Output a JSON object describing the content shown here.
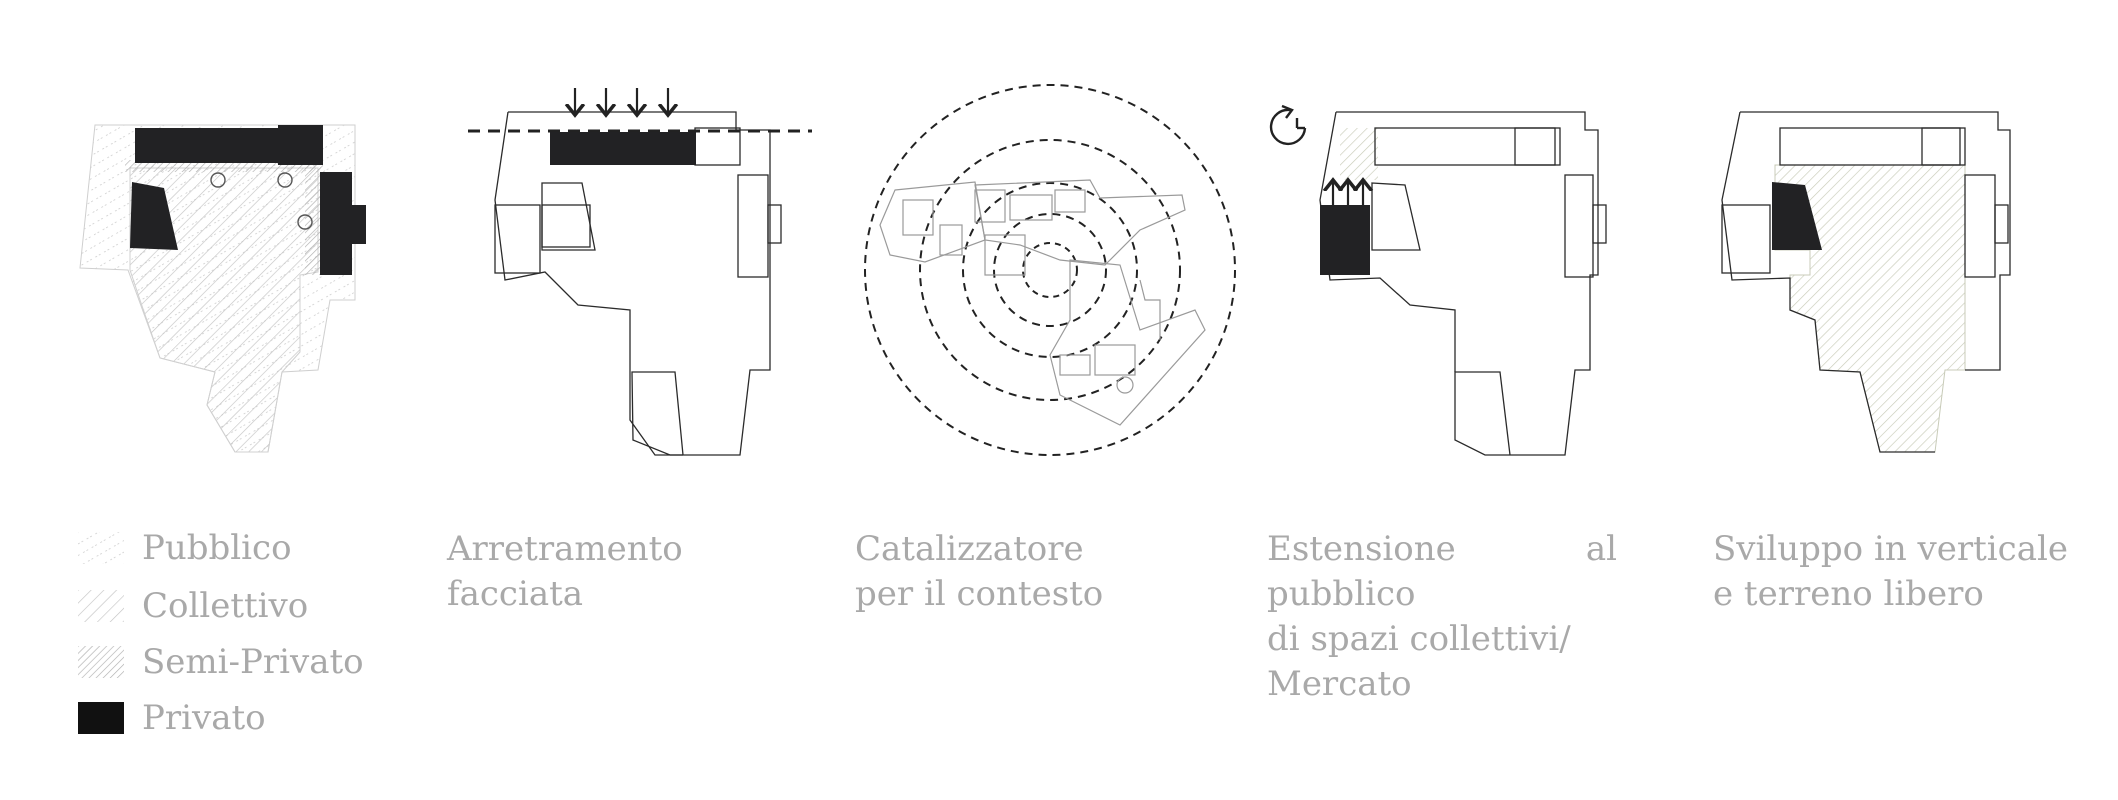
{
  "colors": {
    "fill_private": "#222224",
    "outline": "#2b2b2b",
    "text": "#a9a9a9",
    "hatch": "#b9b9b9"
  },
  "legend": {
    "items": [
      {
        "label": "Pubblico",
        "pattern": "hatch-public"
      },
      {
        "label": "Collettivo",
        "pattern": "hatch-collective"
      },
      {
        "label": "Semi-Privato",
        "pattern": "hatch-semi"
      },
      {
        "label": "Privato",
        "pattern": "solid-private"
      }
    ]
  },
  "panels": [
    {
      "id": "legend-plan",
      "caption": ""
    },
    {
      "id": "arretramento",
      "caption_lines": [
        "Arretramento",
        "facciata"
      ]
    },
    {
      "id": "catalizzatore",
      "caption_lines": [
        "Catalizzatore",
        "per il contesto"
      ]
    },
    {
      "id": "estensione",
      "caption_lines": [
        "Estensione al pubblico",
        "di spazi collettivi/",
        "Mercato"
      ]
    },
    {
      "id": "sviluppo",
      "caption_lines": [
        "Sviluppo in verticale",
        "e terreno libero"
      ]
    }
  ],
  "icons": {
    "down_arrows": "arrow-down-icon",
    "up_arrows": "arrow-up-icon",
    "clock": "clock-rotate-icon"
  }
}
